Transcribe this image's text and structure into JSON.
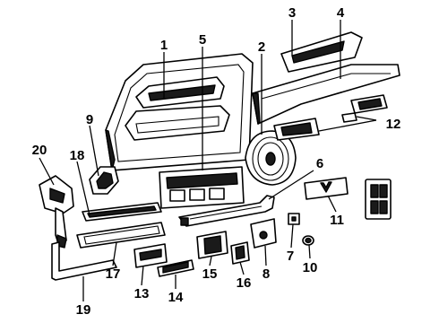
{
  "diagram": {
    "ink_color": "#000000",
    "background": "#ffffff",
    "callouts": [
      "1",
      "2",
      "3",
      "4",
      "5",
      "6",
      "7",
      "8",
      "9",
      "10",
      "11",
      "12",
      "13",
      "14",
      "15",
      "16",
      "17",
      "18",
      "19",
      "20"
    ]
  }
}
